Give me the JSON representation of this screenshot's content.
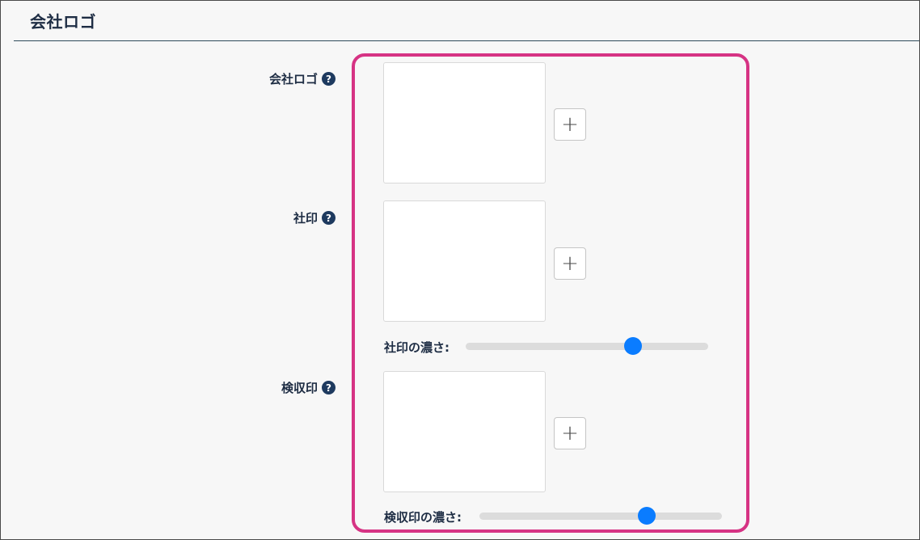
{
  "section": {
    "title": "会社ロゴ"
  },
  "fields": {
    "logo": {
      "label": "会社ロゴ",
      "help_icon": "?",
      "add_label": "+"
    },
    "seal": {
      "label": "社印",
      "help_icon": "?",
      "add_label": "+",
      "density_label": "社印の濃さ:",
      "density_fraction": 0.69
    },
    "acceptance_stamp": {
      "label": "検収印",
      "help_icon": "?",
      "add_label": "+",
      "density_label": "検収印の濃さ:",
      "density_fraction": 0.69
    }
  },
  "colors": {
    "highlight": "#d63384",
    "slider_thumb": "#0a7cff",
    "help_icon": "#1e3a5f"
  }
}
